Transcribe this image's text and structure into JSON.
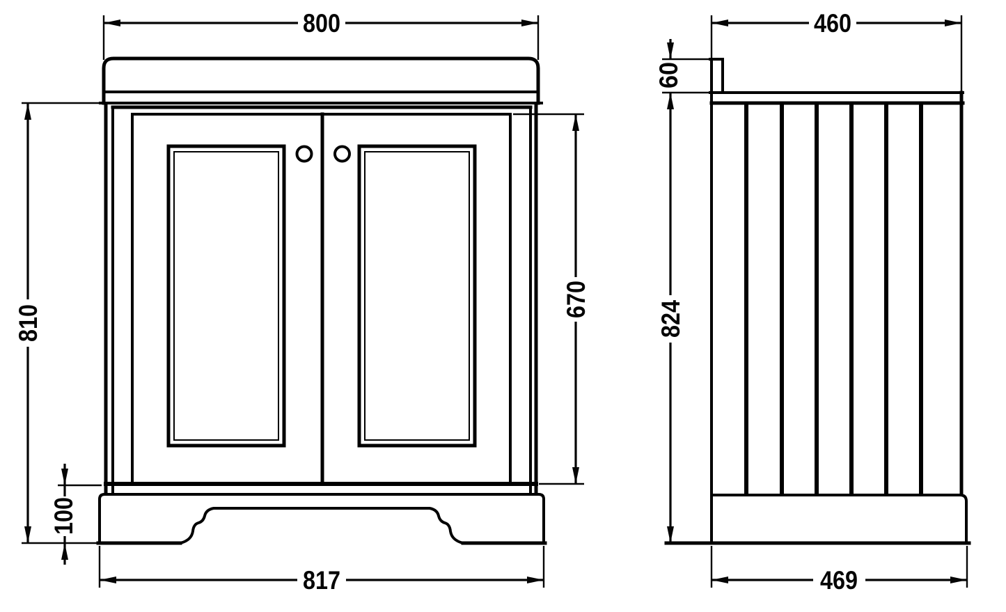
{
  "style": {
    "line_color": "#000000",
    "background": "#ffffff"
  },
  "front_view": {
    "dims": {
      "top_width": "800",
      "overall_height": "810",
      "door_height": "670",
      "plinth_height": "100",
      "base_width": "817"
    }
  },
  "side_view": {
    "dims": {
      "top_depth": "460",
      "worktop_thickness": "60",
      "body_height": "824",
      "base_depth": "469"
    }
  }
}
